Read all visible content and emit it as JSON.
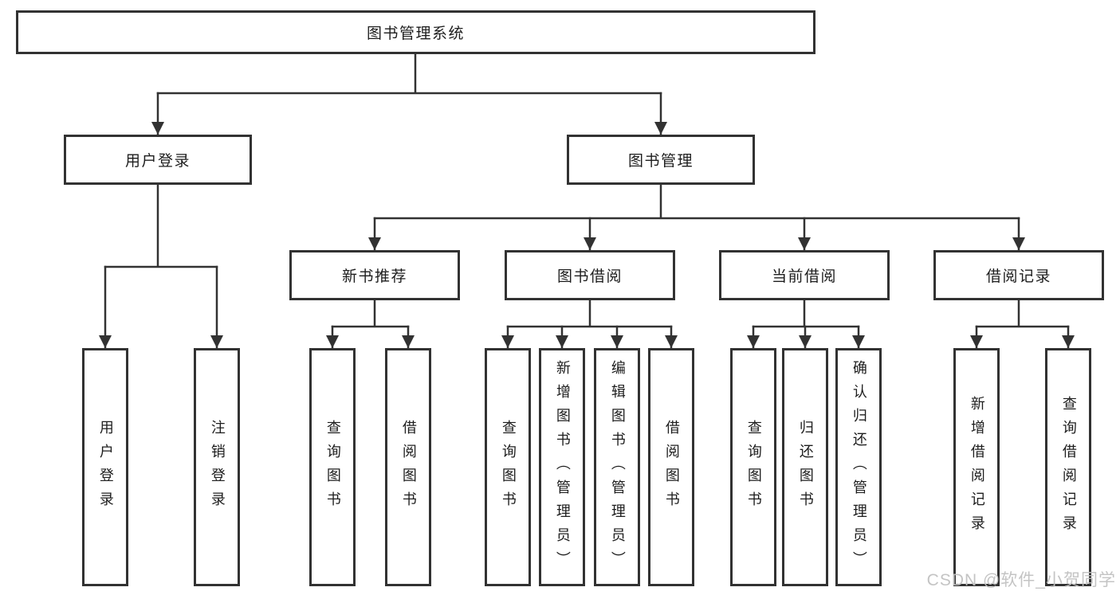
{
  "diagram": {
    "root": {
      "label": "图书管理系统"
    },
    "branches": {
      "user_login": {
        "label": "用户登录"
      },
      "book_management": {
        "label": "图书管理"
      }
    },
    "modules": {
      "new_book_recommend": {
        "label": "新书推荐"
      },
      "book_borrow": {
        "label": "图书借阅"
      },
      "current_borrow": {
        "label": "当前借阅"
      },
      "borrow_records": {
        "label": "借阅记录"
      }
    },
    "functions": {
      "user_login": {
        "label": "用户登录"
      },
      "logout": {
        "label": "注销登录"
      },
      "recommend_query_books": {
        "label": "查询图书"
      },
      "recommend_borrow_books": {
        "label": "借阅图书"
      },
      "borrow_query_books": {
        "label": "查询图书"
      },
      "add_books_admin": {
        "label": "新增图书（管理员）"
      },
      "edit_books_admin": {
        "label": "编辑图书（管理员）"
      },
      "borrow_books": {
        "label": "借阅图书"
      },
      "current_query_books": {
        "label": "查询图书"
      },
      "return_books": {
        "label": "归还图书"
      },
      "confirm_return_admin": {
        "label": "确认归还（管理员）"
      },
      "add_borrow_record": {
        "label": "新增借阅记录"
      },
      "query_borrow_record": {
        "label": "查询借阅记录"
      }
    },
    "colors": {
      "line": "#323232",
      "text": "#1d1d1d",
      "background": "#ffffff",
      "watermark": "#c1c1c1"
    }
  },
  "watermark": {
    "text": "CSDN @软件_小贺同学"
  }
}
